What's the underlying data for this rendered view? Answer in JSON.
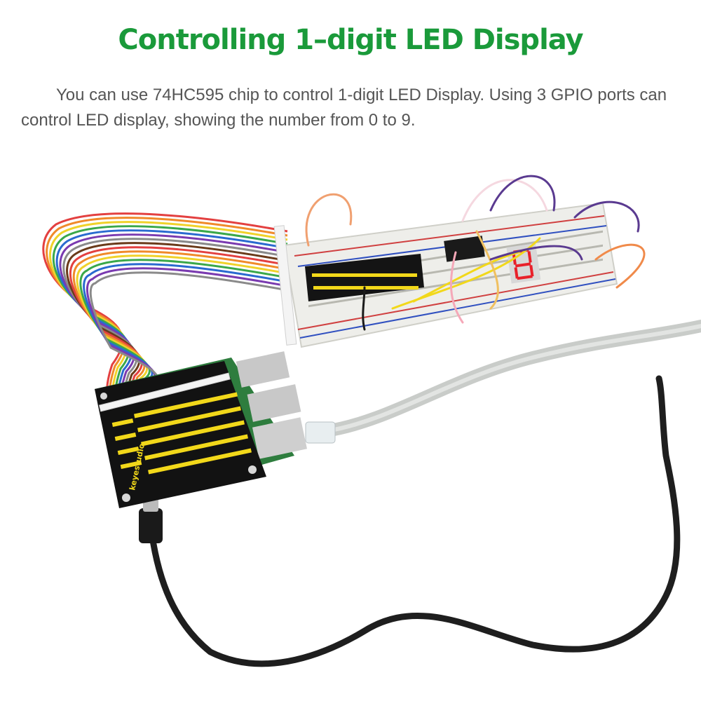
{
  "page": {
    "title": "Controlling 1–digit LED Display",
    "description": "You can use 74HC595 chip to control 1-digit LED Display. Using 3 GPIO ports can control LED display, showing the number from 0 to 9."
  },
  "photo": {
    "board_brand": "keyestudio"
  },
  "colors": {
    "title": "#1a9a3a",
    "body_text": "#555555",
    "breadboard": "#eeeeea",
    "pcb": "#111111",
    "header_pins": "#f2d81a",
    "led_segment": "#e8202a",
    "ethernet_cable": "#c9ccc9",
    "usb_cable": "#1e1e1e"
  }
}
